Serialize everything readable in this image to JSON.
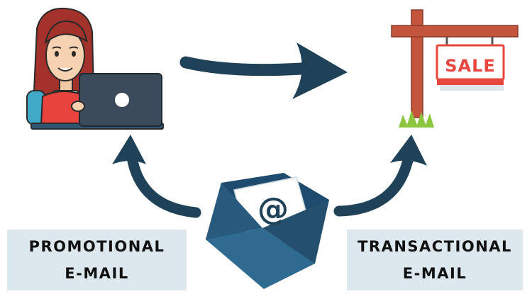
{
  "labels": {
    "promotional": [
      "PROMOTIONAL",
      "E-MAIL"
    ],
    "transactional": [
      "TRANSACTIONAL",
      "E-MAIL"
    ]
  },
  "sign": {
    "text": "SALE"
  },
  "envelope": {
    "symbol": "@"
  },
  "colors": {
    "arrow": "#1f4258",
    "envelope_dark": "#1f4c6e",
    "envelope_light": "#2f6a91",
    "sign_red": "#e8473f",
    "post_brown": "#c2553c",
    "grass": "#8cc63e",
    "label_bg": "#dde7ee"
  },
  "icons": [
    "woman-with-laptop-icon",
    "sale-sign-icon",
    "email-envelope-icon",
    "arrow-icon"
  ]
}
